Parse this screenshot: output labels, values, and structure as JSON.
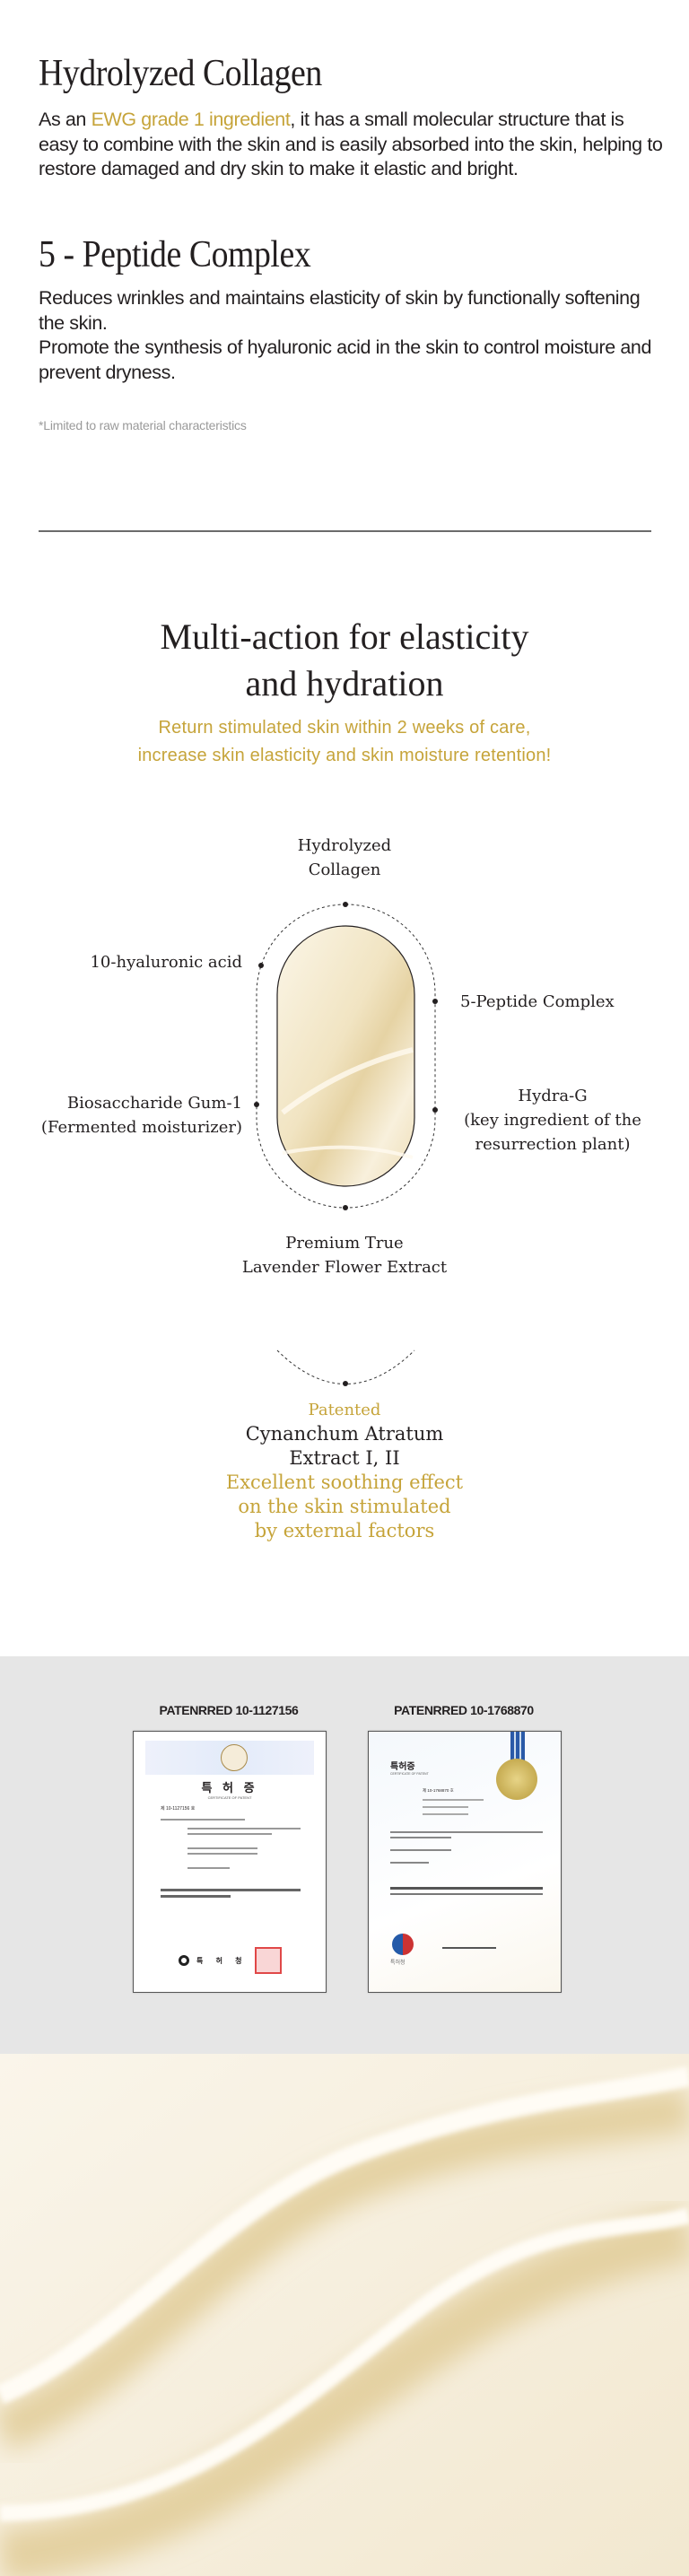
{
  "collagen": {
    "heading": "Hydrolyzed Collagen",
    "body_prefix": "As an ",
    "body_highlight": "EWG grade 1 ingredient",
    "body_rest": ", it has a small molecular structure that is easy to combine with the skin and is easily absorbed into the skin, helping to restore damaged and dry skin to make it elastic and bright."
  },
  "peptide": {
    "heading": "5 - Peptide Complex",
    "line1": "Reduces wrinkles and maintains elasticity of skin by functionally softening the skin.",
    "line2": "Promote the synthesis of hyaluronic acid in the skin to control moisture and prevent dryness."
  },
  "note": "*Limited to raw material characteristics",
  "multi_action": {
    "title_line1": "Multi-action for elasticity",
    "title_line2": "and hydration",
    "subtitle_line1": "Return stimulated skin within 2 weeks of care,",
    "subtitle_line2": "increase skin elasticity and skin moisture retention!"
  },
  "diagram": {
    "top": [
      "Hydrolyzed",
      "Collagen"
    ],
    "left_upper": "10-hyaluronic acid",
    "right_upper": "5-Peptide Complex",
    "left_lower": [
      "Biosaccharide Gum-1",
      "(Fermented moisturizer)"
    ],
    "right_lower": [
      "Hydra-G",
      "(key ingredient of the",
      "resurrection plant)"
    ],
    "bottom": [
      "Premium True",
      "Lavender Flower Extract"
    ]
  },
  "patented": {
    "tag": "Patented",
    "name_line1": "Cynanchum Atratum",
    "name_line2": "Extract I, II",
    "effect_line1": "Excellent soothing effect",
    "effect_line2": "on the skin stimulated",
    "effect_line3": "by external factors"
  },
  "certificates": [
    {
      "label": "PATENRRED 10-1127156",
      "title": "특 허 증",
      "subtitle": "CERTIFICATE OF PATENT",
      "number": "제 10-1127156 호",
      "office": "특 허 청"
    },
    {
      "label": "PATENRRED 10-1768870",
      "title": "특허증",
      "subtitle": "CERTIFICATE OF PATENT",
      "number": "제 10-1768870 호",
      "office": "특허청"
    }
  ],
  "colors": {
    "gold": "#c6a43a",
    "text": "#231f20",
    "gray_band": "#e6e6e6",
    "cream": "#f4ecd8"
  }
}
